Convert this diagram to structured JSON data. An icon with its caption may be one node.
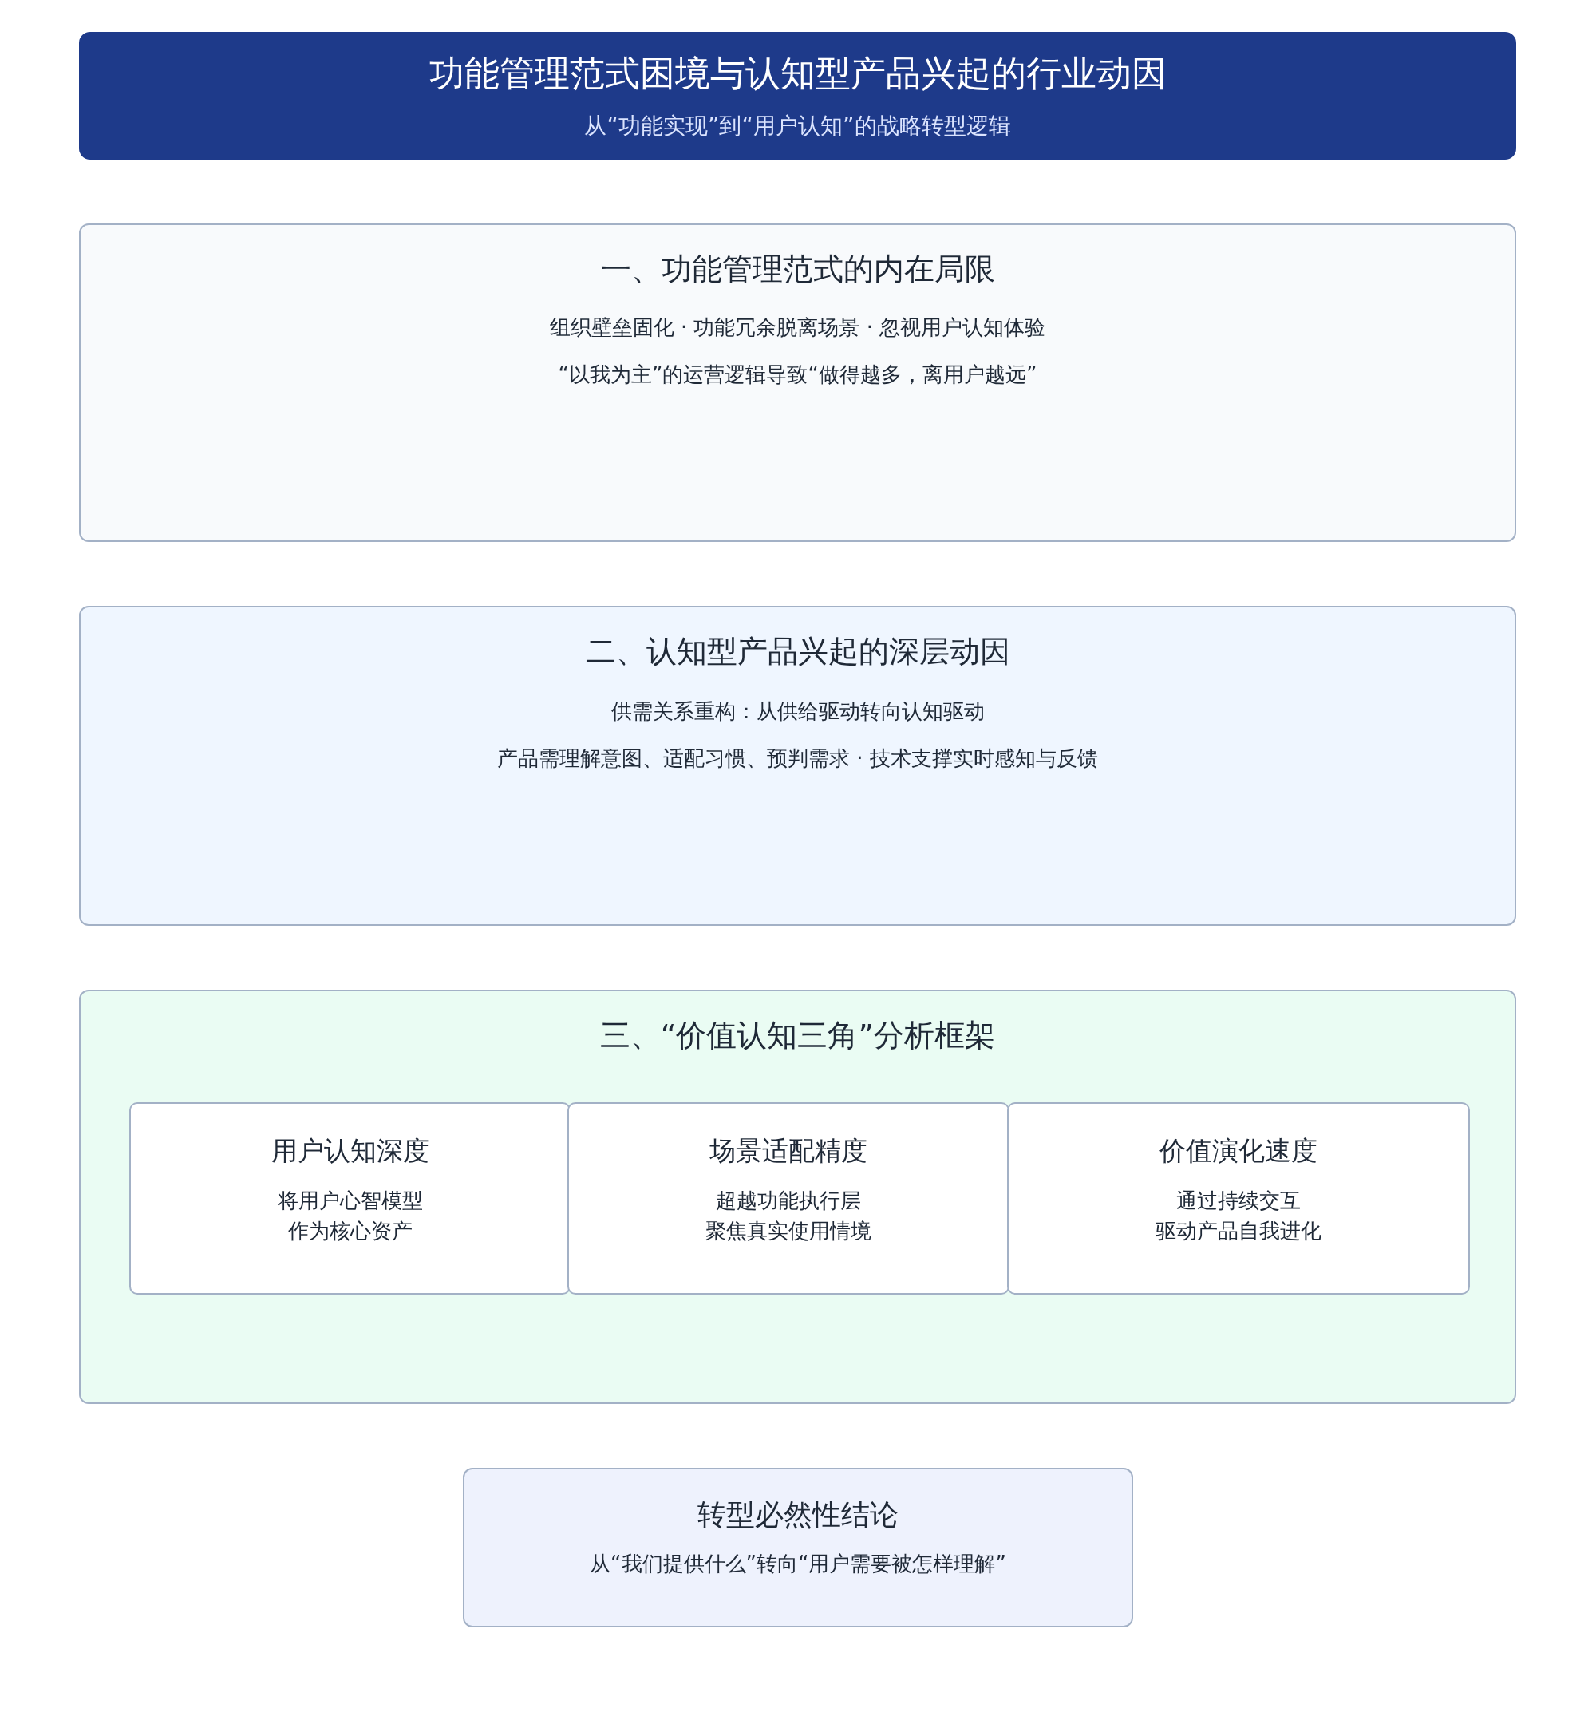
{
  "diagram": {
    "nodes": [
      {
        "text": [
          "功能管理范式困境与认知型产品兴起的行业动因",
          "从“功能实现”到“用户认知”的战略转型逻辑"
        ]
      },
      {
        "text": [
          "一、功能管理范式的内在局限",
          "组织壁垒固化 · 功能冗余脱离场景 · 忽视用户认知体验",
          "“以我为主”的运营逻辑导致“做得越多，离用户越远”"
        ]
      },
      {
        "text": [
          "二、认知型产品兴起的深层动因",
          "供需关系重构：从供给驱动转向认知驱动",
          "产品需理解意图、适配习惯、预判需求 · 技术支撑实时感知与反馈"
        ]
      },
      {
        "text": [
          "三、“价值认知三角”分析框架"
        ]
      },
      {
        "text": [
          "用户认知深度",
          "将用户心智模型作为核心资产"
        ],
        "in": 3
      },
      {
        "text": [
          "场景适配精度",
          "超越功能执行层聚焦真实使用情境"
        ],
        "in": 3
      },
      {
        "text": [
          "价值演化速度",
          "通过持续交互驱动产品自我进化"
        ],
        "in": 3
      },
      {
        "text": [
          "转型必然性结论",
          "从“我们提供什么”转向“用户需要被怎样理解”"
        ]
      }
    ]
  }
}
